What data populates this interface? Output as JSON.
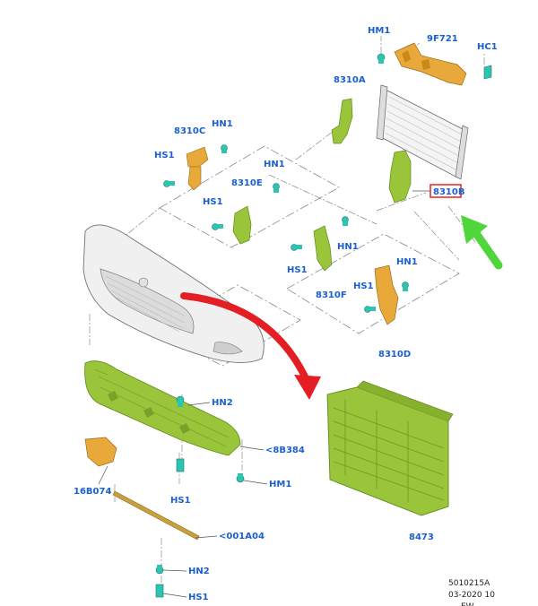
{
  "colors": {
    "label": "#1a5fd0",
    "part_green": "#9ac43a",
    "part_orange": "#e8a93a",
    "part_teal": "#2fc4b2",
    "highlight": "#e8322a",
    "arrow_green": "#4ed63a",
    "arrow_red": "#e31e24"
  },
  "labels": {
    "hm1_top": "HM1",
    "p9f721": "9F721",
    "hc1": "HC1",
    "p8310a": "8310A",
    "p8310c": "8310C",
    "hn1_c": "HN1",
    "hs1_c": "HS1",
    "hn1_e": "HN1",
    "p8310e": "8310E",
    "hs1_e": "HS1",
    "p8310b": "8310B",
    "hn1_f": "HN1",
    "hs1_f": "HS1",
    "p8310f": "8310F",
    "hn1_d": "HN1",
    "hs1_d": "HS1",
    "p8310d": "8310D",
    "hn2_mid": "HN2",
    "p8b384": "<8B384",
    "hm1_low": "HM1",
    "p16b074": "16B074",
    "hs1_low": "HS1",
    "p001a04": "<001A04",
    "hn2_low": "HN2",
    "hs1_bottom": "HS1",
    "p8473": "8473"
  },
  "footer": {
    "ref": "5010215A",
    "date": "03-2020 10",
    "code": "EW"
  }
}
